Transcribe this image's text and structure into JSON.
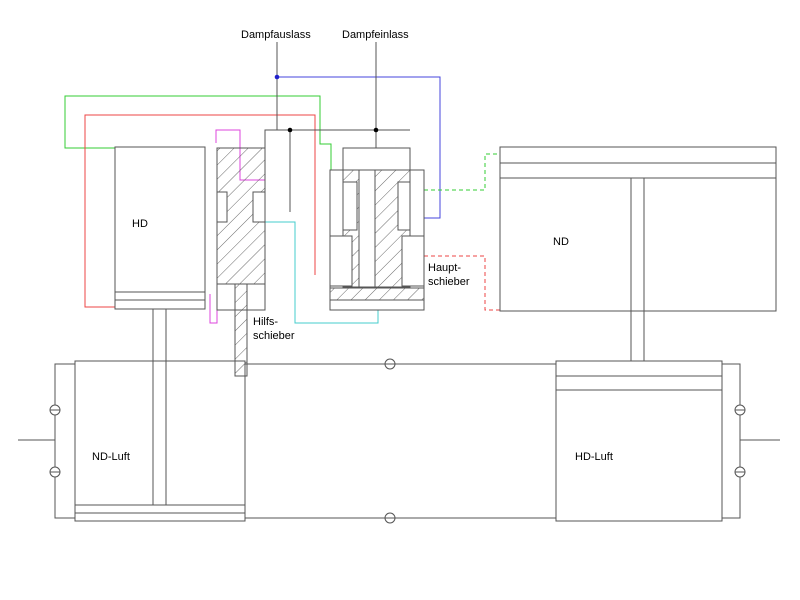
{
  "labels": {
    "steam_outlet": "Dampfauslass",
    "steam_inlet": "Dampfeinlass",
    "hp_cylinder": "HD",
    "lp_cylinder": "ND",
    "aux_valve_1": "Hilfs-",
    "aux_valve_2": "schieber",
    "main_valve_1": "Haupt-",
    "main_valve_2": "schieber",
    "lp_air": "ND-Luft",
    "hp_air": "HD-Luft"
  },
  "colors": {
    "outline": "#555555",
    "outlet_line": "#4444dd",
    "green_line": "#33cc33",
    "red_line": "#ee4444",
    "magenta_line": "#dd44dd",
    "cyan_line": "#44cccc",
    "junction": "#000000",
    "blue_junction": "#2222cc"
  }
}
